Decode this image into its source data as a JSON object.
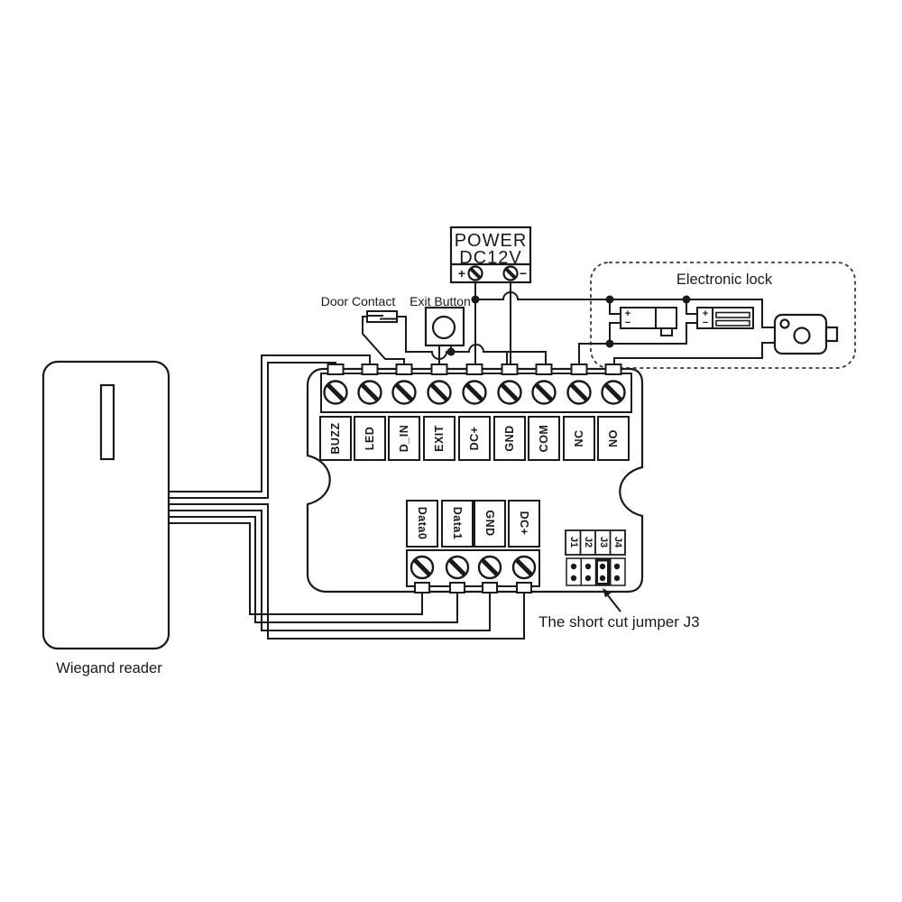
{
  "power": {
    "line1": "POWER",
    "line2": "DC12V",
    "plus": "+",
    "minus": "−"
  },
  "annotations": {
    "door_contact": "Door Contact",
    "exit_button": "Exit Button",
    "electronic_lock": "Electronic lock",
    "wiegand_reader": "Wiegand reader",
    "jumper_note": "The short cut jumper J3"
  },
  "board": {
    "top_terminals": [
      "BUZZ",
      "LED",
      "D_IN",
      "EXIT",
      "DC+",
      "GND",
      "COM",
      "NC",
      "NO"
    ],
    "bottom_terminals": [
      "Data0",
      "Data1",
      "GND",
      "DC+"
    ],
    "jumpers": [
      "J1",
      "J2",
      "J3",
      "J4"
    ]
  },
  "lock": {
    "bolt_plus": "+",
    "bolt_minus": "−",
    "mag_plus": "+",
    "mag_minus": "−"
  },
  "colors": {
    "line": "#1a1a1a",
    "background": "#ffffff"
  }
}
